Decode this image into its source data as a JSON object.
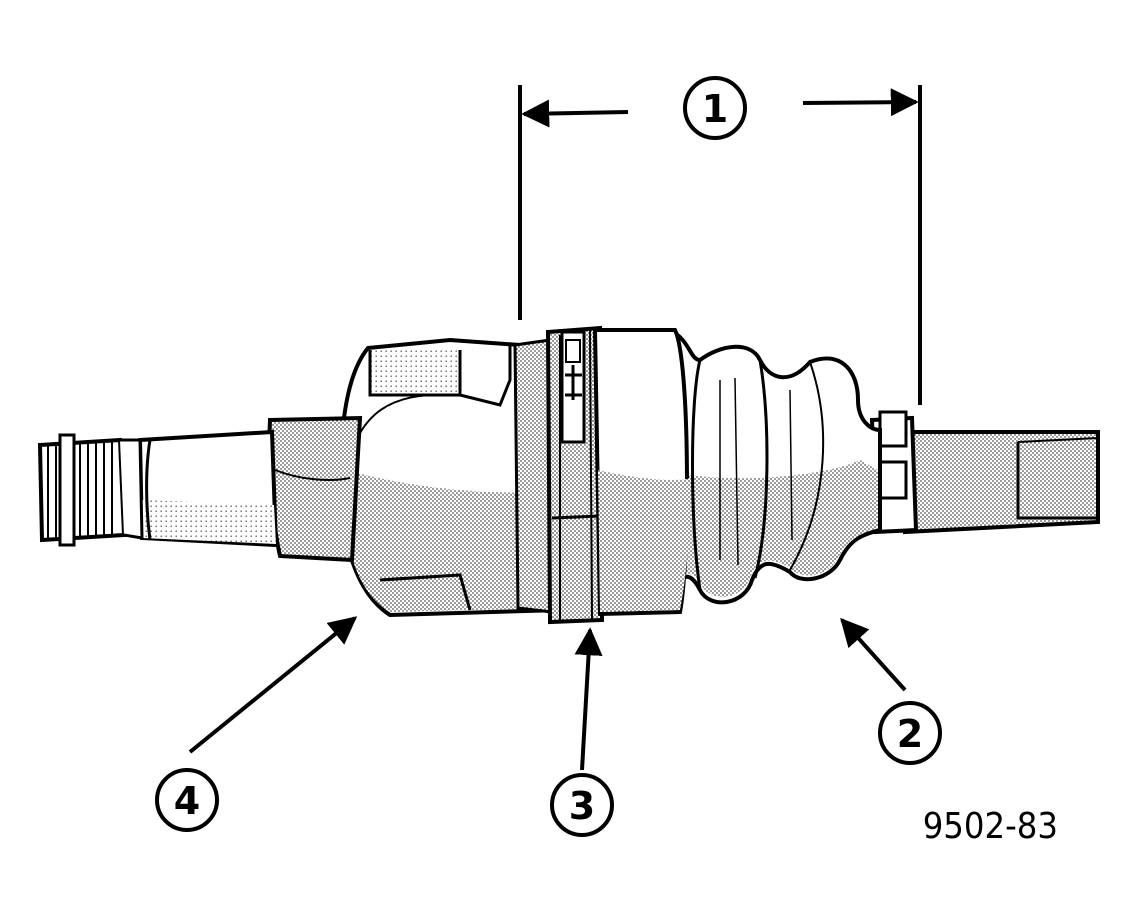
{
  "diagram": {
    "figure_id": "9502-83",
    "callouts": [
      {
        "id": "1",
        "label": "1"
      },
      {
        "id": "2",
        "label": "2"
      },
      {
        "id": "3",
        "label": "3"
      },
      {
        "id": "4",
        "label": "4"
      }
    ],
    "colors": {
      "line": "#000000",
      "shade": "#c8c8c8",
      "background": "#ffffff"
    }
  }
}
